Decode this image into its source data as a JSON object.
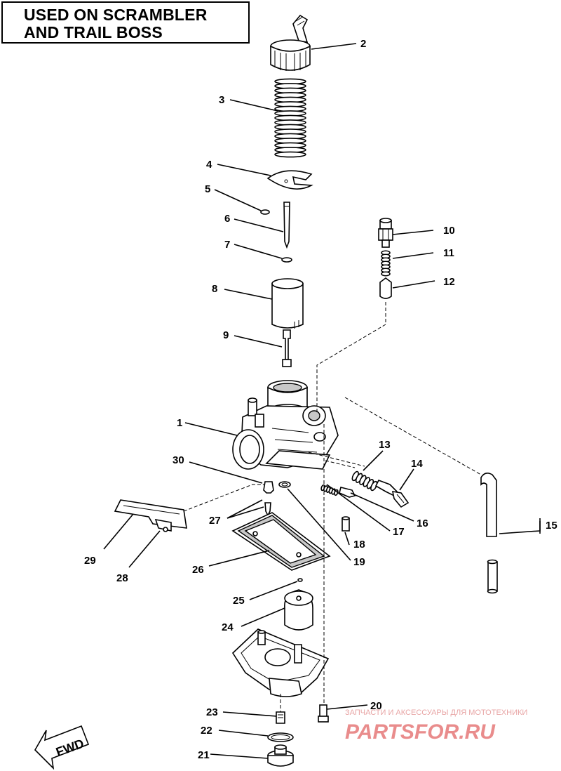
{
  "title": {
    "line1": "USED ON SCRAMBLER",
    "line2": "AND TRAIL BOSS"
  },
  "parts": [
    {
      "number": "1",
      "icon": "carburetor-body-icon"
    },
    {
      "number": "2",
      "icon": "mixing-chamber-cap-icon"
    },
    {
      "number": "3",
      "icon": "throttle-spring-icon"
    },
    {
      "number": "4",
      "icon": "needle-retainer-plate-icon"
    },
    {
      "number": "5",
      "icon": "e-clip-icon"
    },
    {
      "number": "6",
      "icon": "jet-needle-icon"
    },
    {
      "number": "7",
      "icon": "washer-icon"
    },
    {
      "number": "8",
      "icon": "throttle-valve-icon"
    },
    {
      "number": "9",
      "icon": "needle-jet-icon"
    },
    {
      "number": "10",
      "icon": "choke-nut-icon"
    },
    {
      "number": "11",
      "icon": "choke-spring-icon"
    },
    {
      "number": "12",
      "icon": "choke-plunger-icon"
    },
    {
      "number": "13",
      "icon": "spring-icon"
    },
    {
      "number": "14",
      "icon": "idle-screw-icon"
    },
    {
      "number": "15",
      "icon": "vent-hose-icon"
    },
    {
      "number": "16",
      "icon": "screw-icon"
    },
    {
      "number": "17",
      "icon": "pilot-air-screw-icon"
    },
    {
      "number": "18",
      "icon": "pilot-jet-icon"
    },
    {
      "number": "19",
      "icon": "o-ring-icon"
    },
    {
      "number": "20",
      "icon": "float-bowl-screw-icon"
    },
    {
      "number": "21",
      "icon": "drain-plug-icon"
    },
    {
      "number": "22",
      "icon": "gasket-ring-icon"
    },
    {
      "number": "23",
      "icon": "main-jet-icon"
    },
    {
      "number": "24",
      "icon": "float-icon"
    },
    {
      "number": "25",
      "icon": "float-pin-icon"
    },
    {
      "number": "26",
      "icon": "float-bowl-gasket-icon"
    },
    {
      "number": "27",
      "icon": "needle-valve-icon"
    },
    {
      "number": "28",
      "icon": "float-arm-pin-icon"
    },
    {
      "number": "29",
      "icon": "float-arm-icon"
    },
    {
      "number": "30",
      "icon": "valve-seat-washer-icon"
    }
  ],
  "fwd_label": "FWD",
  "watermark": {
    "subtitle": "ЗАПЧАСТИ И АКСЕССУАРЫ ДЛЯ МОТОТЕХНИКИ",
    "brand": "PARTSFOR.RU"
  },
  "colors": {
    "line": "#000000",
    "background": "#ffffff",
    "watermark": "#e98c8c"
  }
}
